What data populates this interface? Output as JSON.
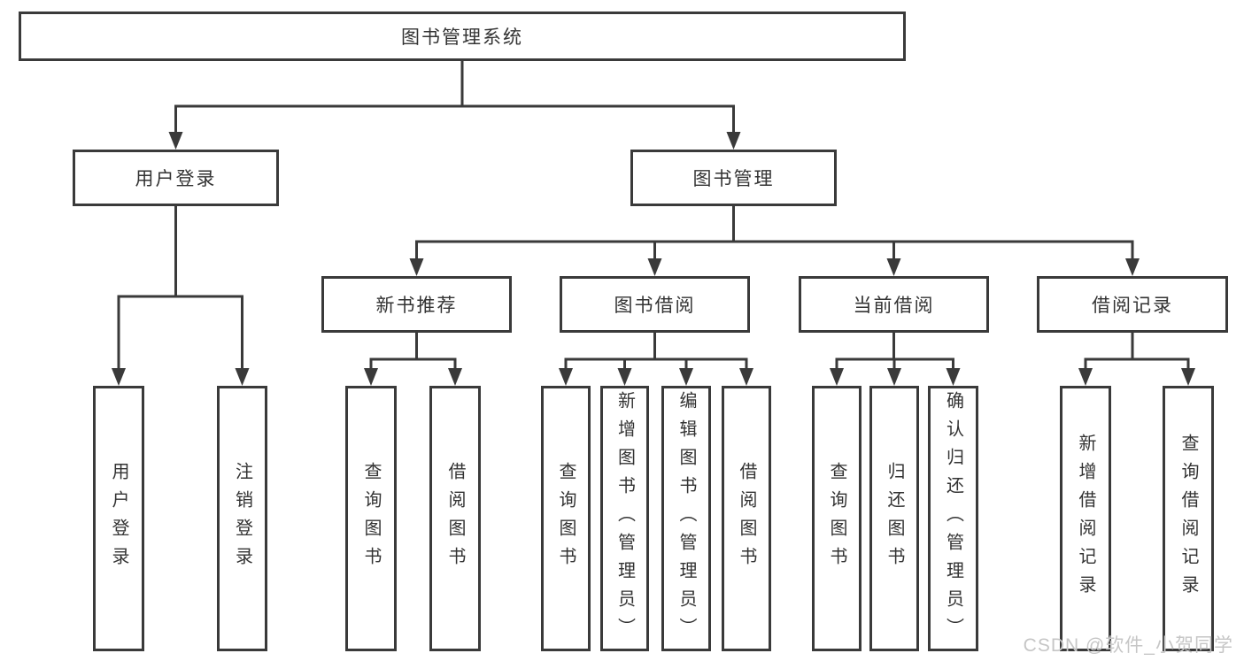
{
  "diagram_title": "图书管理系统",
  "watermark": "CSDN @软件_小贺同学",
  "colors": {
    "line": "#3a3a3a",
    "text": "#333333",
    "box_background": "#ffffff",
    "watermark": "#c6c6c6"
  },
  "nodes": [
    {
      "id": "root",
      "label": "图书管理系统",
      "level": 1
    },
    {
      "id": "user-login",
      "label": "用户登录",
      "level": 2
    },
    {
      "id": "book-management",
      "label": "图书管理",
      "level": 2
    },
    {
      "id": "new-book-recommend",
      "label": "新书推荐",
      "level": 3
    },
    {
      "id": "book-borrow",
      "label": "图书借阅",
      "level": 3
    },
    {
      "id": "current-borrow",
      "label": "当前借阅",
      "level": 3
    },
    {
      "id": "borrow-records",
      "label": "借阅记录",
      "level": 3
    },
    {
      "id": "leaf-user-login",
      "label": "用户登录",
      "level": 4
    },
    {
      "id": "leaf-logout",
      "label": "注销登录",
      "level": 4
    },
    {
      "id": "leaf-query-book-1",
      "label": "查询图书",
      "level": 4
    },
    {
      "id": "leaf-borrow-book-1",
      "label": "借阅图书",
      "level": 4
    },
    {
      "id": "leaf-query-book-2",
      "label": "查询图书",
      "level": 4
    },
    {
      "id": "leaf-add-book",
      "label": "新增图书（管理员）",
      "level": 4
    },
    {
      "id": "leaf-edit-book",
      "label": "编辑图书（管理员）",
      "level": 4
    },
    {
      "id": "leaf-borrow-book-2",
      "label": "借阅图书",
      "level": 4
    },
    {
      "id": "leaf-query-book-3",
      "label": "查询图书",
      "level": 4
    },
    {
      "id": "leaf-return-book",
      "label": "归还图书",
      "level": 4
    },
    {
      "id": "leaf-confirm-return",
      "label": "确认归还（管理员）",
      "level": 4
    },
    {
      "id": "leaf-add-borrow-record",
      "label": "新增借阅记录",
      "level": 4
    },
    {
      "id": "leaf-query-borrow-record",
      "label": "查询借阅记录",
      "level": 4
    }
  ],
  "edges": [
    {
      "from": "root",
      "to": [
        "user-login",
        "book-management"
      ]
    },
    {
      "from": "user-login",
      "to": [
        "leaf-user-login",
        "leaf-logout"
      ]
    },
    {
      "from": "book-management",
      "to": [
        "new-book-recommend",
        "book-borrow",
        "current-borrow",
        "borrow-records"
      ]
    },
    {
      "from": "new-book-recommend",
      "to": [
        "leaf-query-book-1",
        "leaf-borrow-book-1"
      ]
    },
    {
      "from": "book-borrow",
      "to": [
        "leaf-query-book-2",
        "leaf-add-book",
        "leaf-edit-book",
        "leaf-borrow-book-2"
      ]
    },
    {
      "from": "current-borrow",
      "to": [
        "leaf-query-book-3",
        "leaf-return-book",
        "leaf-confirm-return"
      ]
    },
    {
      "from": "borrow-records",
      "to": [
        "leaf-add-borrow-record",
        "leaf-query-borrow-record"
      ]
    }
  ]
}
